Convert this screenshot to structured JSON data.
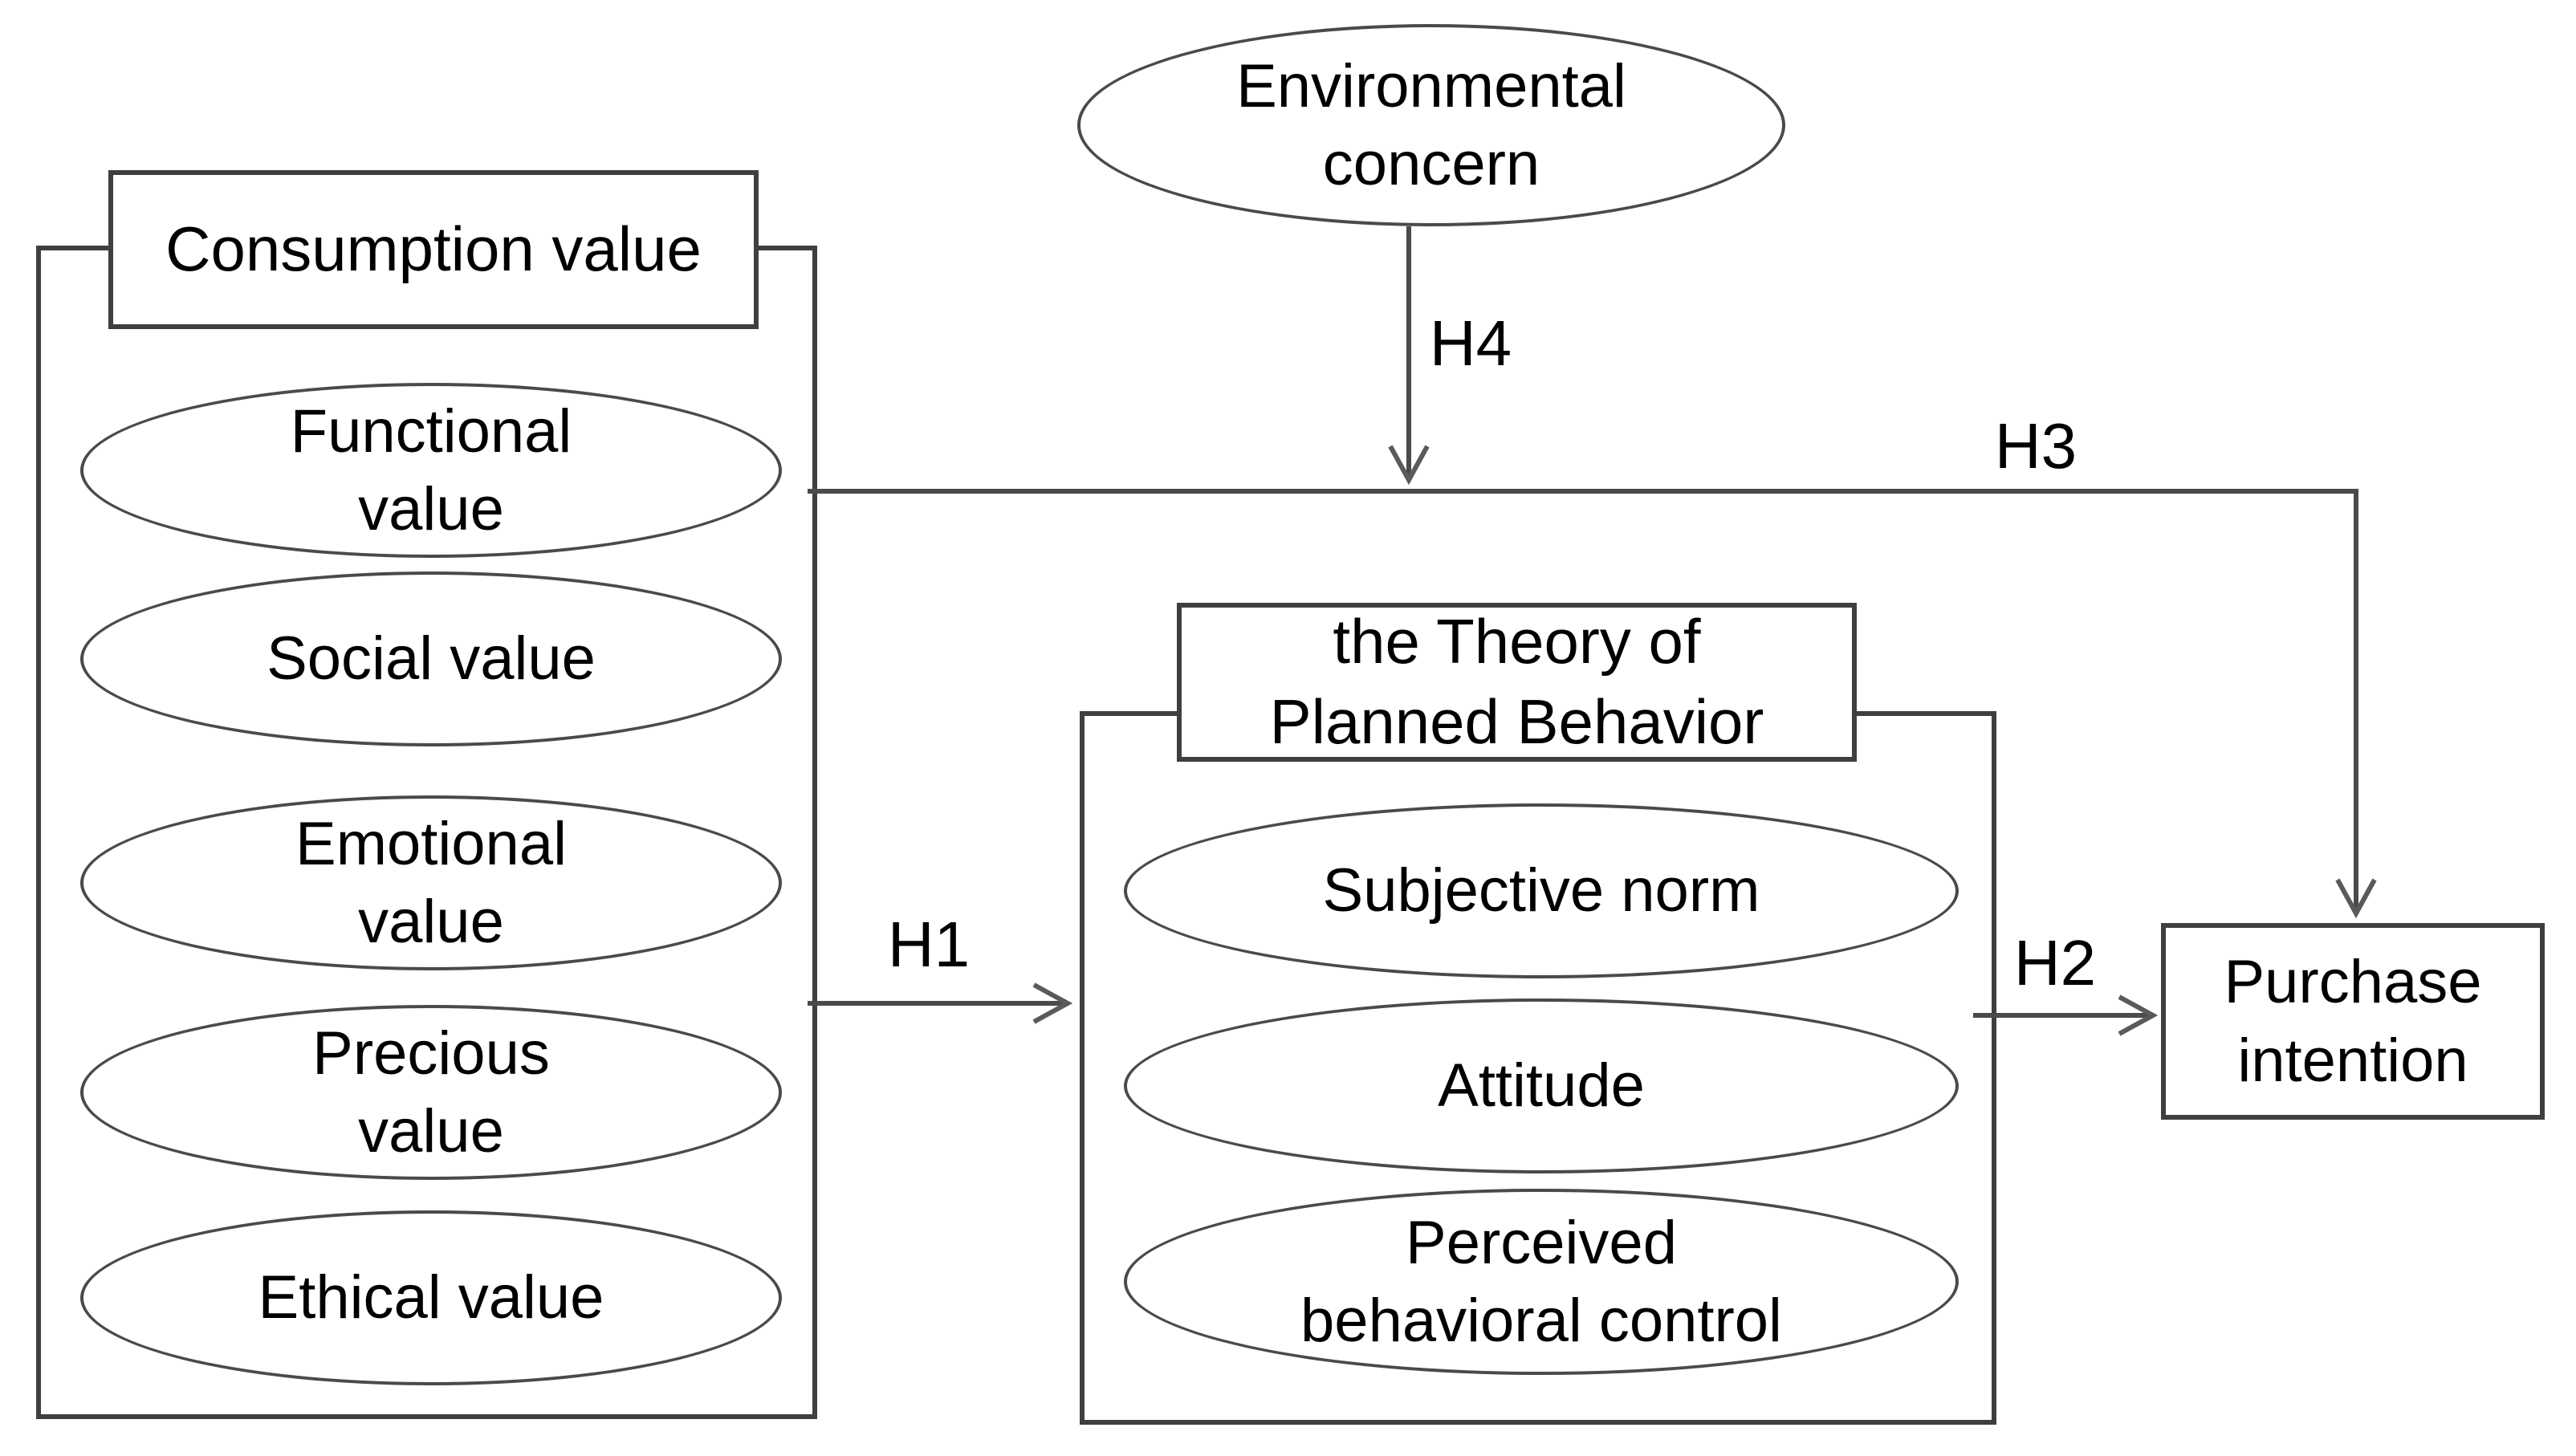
{
  "figure": {
    "consumption_group": {
      "title": "Consumption value",
      "items": {
        "functional": "Functional\nvalue",
        "social": "Social value",
        "emotional": "Emotional\nvalue",
        "precious": "Precious\nvalue",
        "ethical": "Ethical value"
      }
    },
    "environmental": "Environmental\nconcern",
    "tpb_group": {
      "title": "the Theory of\nPlanned Behavior",
      "items": {
        "subjective_norm": "Subjective norm",
        "attitude": "Attitude",
        "perceived_behavioral_control": "Perceived\nbehavioral control"
      }
    },
    "purchase_intention": "Purchase\nintention",
    "hypotheses": {
      "h1": "H1",
      "h2": "H2",
      "h3": "H3",
      "h4": "H4"
    },
    "colors": {
      "line": "#4a4a4a",
      "box_border": "#3f3f3f",
      "text": "#000000",
      "background": "#ffffff"
    }
  }
}
